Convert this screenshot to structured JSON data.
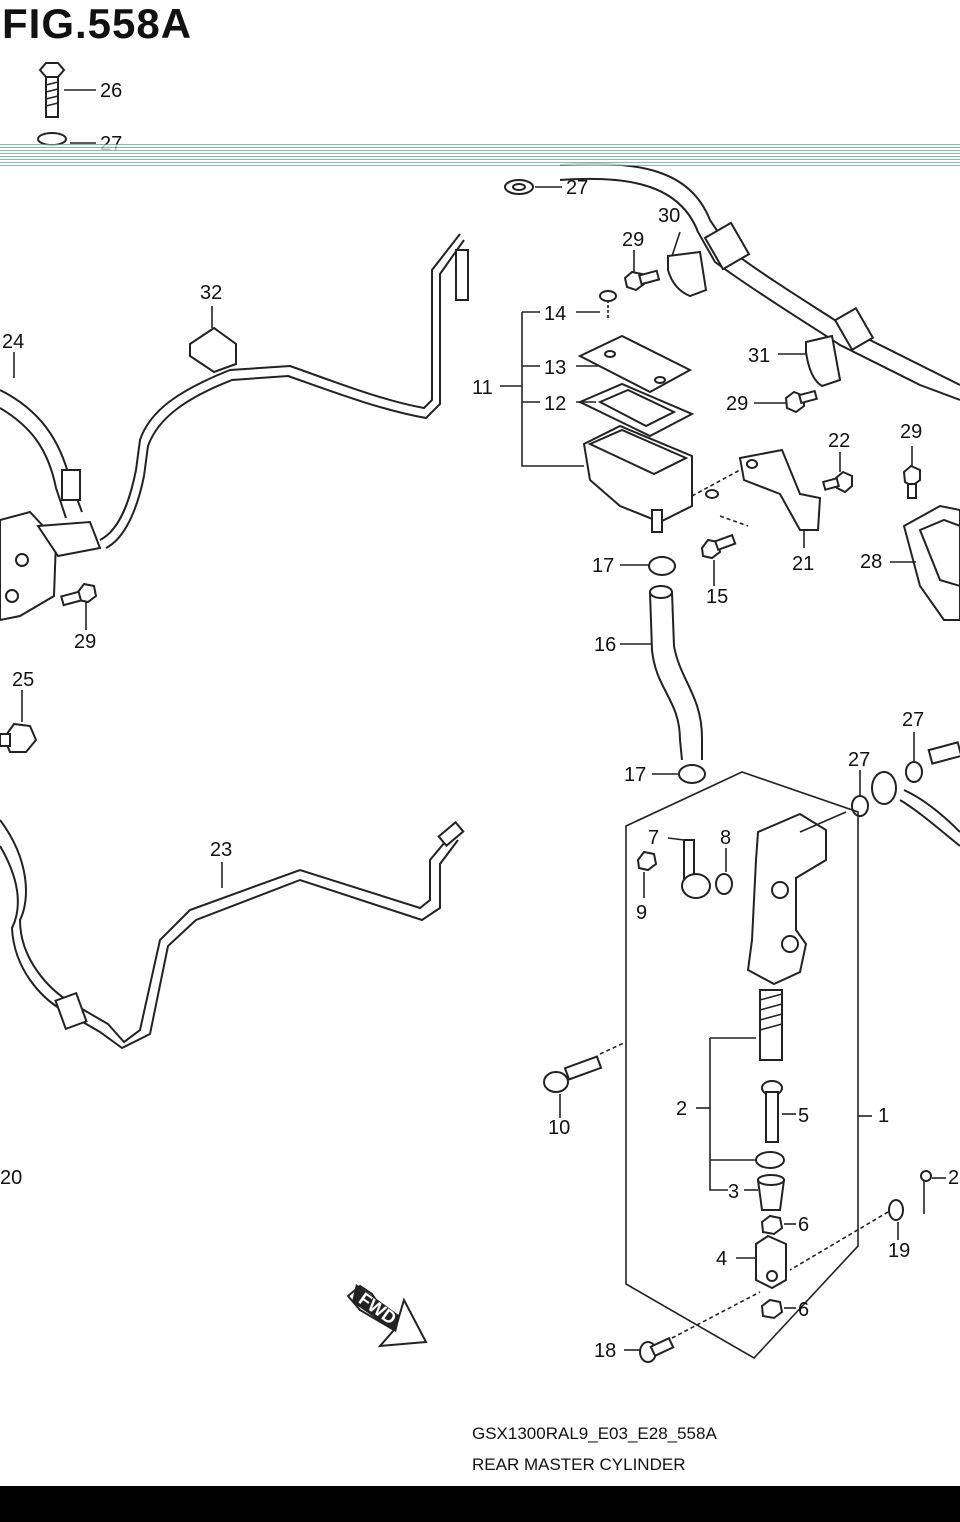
{
  "figure": {
    "title": "FIG.558A",
    "code": "GSX1300RAL9_E03_E28_558A",
    "caption": "REAR MASTER CYLINDER"
  },
  "labels": {
    "l26": "26",
    "l27a": "27",
    "l27b": "27",
    "l27c": "27",
    "l27d": "27",
    "l30": "30",
    "l29a": "29",
    "l29b": "29",
    "l29c": "29",
    "l29d": "29",
    "l14": "14",
    "l13": "13",
    "l12": "12",
    "l11": "11",
    "l31": "31",
    "l22": "22",
    "l32": "32",
    "l24": "24",
    "l21": "21",
    "l28": "28",
    "l17a": "17",
    "l17b": "17",
    "l15": "15",
    "l16": "16",
    "l25": "25",
    "l23": "23",
    "l7": "7",
    "l8": "8",
    "l9": "9",
    "l2": "2",
    "l5": "5",
    "l1": "1",
    "l10": "10",
    "l3": "3",
    "l6a": "6",
    "l6b": "6",
    "l4": "4",
    "l19": "19",
    "l18": "18",
    "l20": "20",
    "l2edge": "2",
    "fwd": "FWD"
  }
}
